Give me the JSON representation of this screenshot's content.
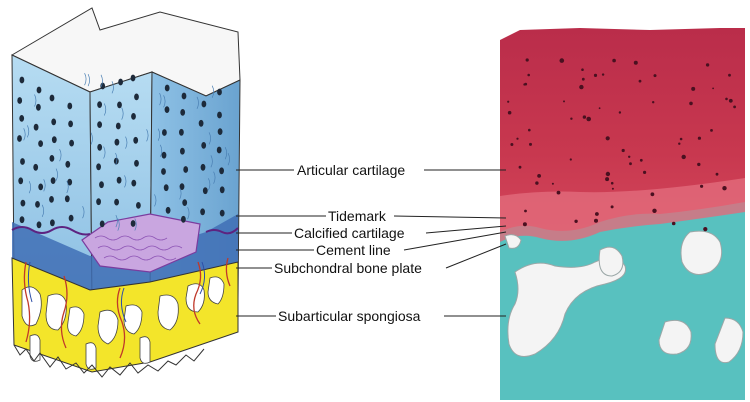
{
  "labels": {
    "articular_cartilage": "Articular cartilage",
    "tidemark": "Tidemark",
    "calcified_cartilage": "Calcified cartilage",
    "cement_line": "Cement line",
    "subchondral_bone_plate": "Subchondral bone plate",
    "subarticular_spongiosa": "Subarticular spongiosa"
  },
  "colors": {
    "cartilage_blue": "#9ecbe8",
    "cartilage_blue_dark": "#6fa6d3",
    "calcified_blue": "#3f6fb5",
    "tidemark_purple": "#6a2f8f",
    "tidemark_sheet": "#c9a6e0",
    "bone_yellow": "#f3e52a",
    "vessel_red": "#c0392b",
    "histo_red": "#c3344f",
    "histo_pink": "#d9506a",
    "histo_teal": "#58c1bf"
  },
  "icons": {
    "left_panel": "cartilage-block-illustration",
    "right_panel": "histology-micrograph"
  }
}
